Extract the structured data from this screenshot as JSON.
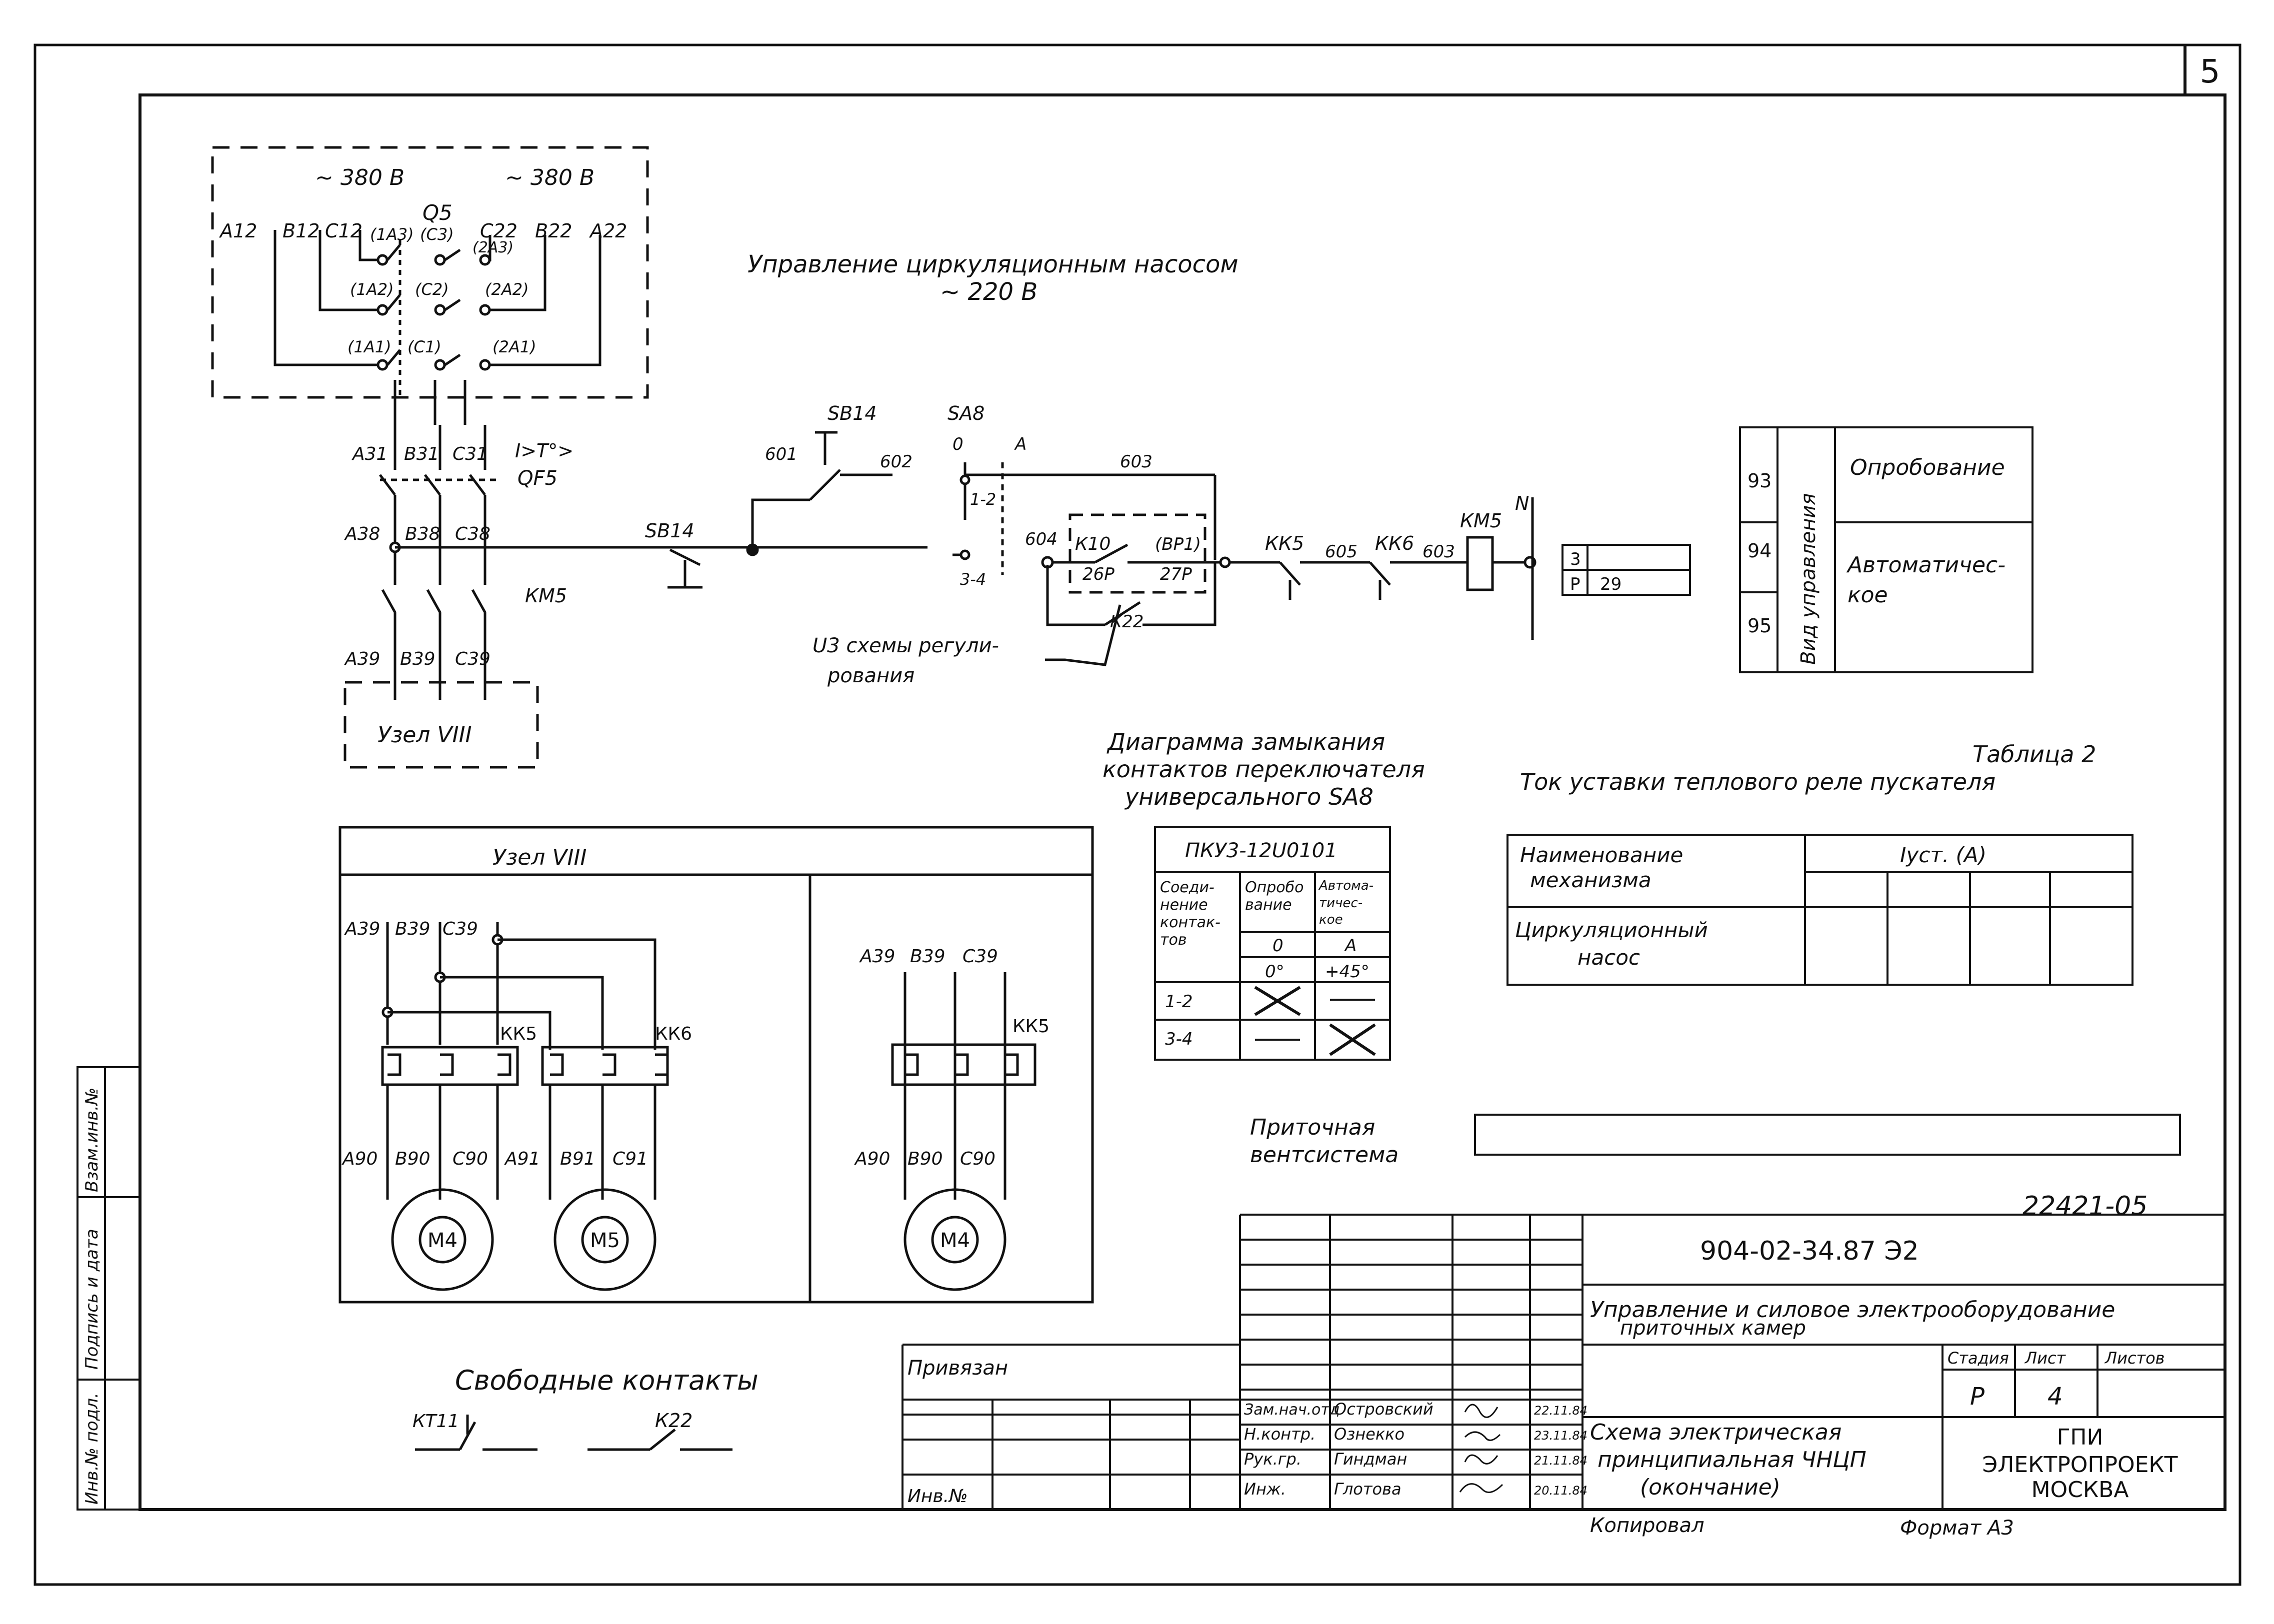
{
  "sheet_number": "5",
  "supply": {
    "left": "~ 380 В",
    "right": "~ 380 В"
  },
  "supply_terminals": [
    "А12",
    "В12",
    "С12",
    "А22",
    "В22",
    "С22"
  ],
  "switch_q5": {
    "name": "Q5",
    "contacts": [
      "(1А3)",
      "(С3)",
      "(2А3)",
      "(1А2)",
      "(С2)",
      "(2А2)",
      "(1А1)",
      "(С1)",
      "(2А1)"
    ]
  },
  "breaker": {
    "name": "QF5",
    "label": "I>T°>"
  },
  "bus_terminals": [
    "А31",
    "В31",
    "С31",
    "А38",
    "В38",
    "С38",
    "А39",
    "В39",
    "С39"
  ],
  "contactor_label": "КМ5",
  "node_box_label": "Узел VIII",
  "control_title": {
    "line1": "Управление циркуляционным насосом",
    "line2": "~ 220 В"
  },
  "control": {
    "sb14_top": "SB14",
    "sb14_left": "SB14",
    "sa8": "SA8",
    "sa8_positions": [
      "0",
      "А"
    ],
    "contacts_12": "1-2",
    "contacts_34": "3-4",
    "wires": [
      "601",
      "602",
      "603",
      "604",
      "605",
      "603"
    ],
    "k10": "К10",
    "bp1": "(BP1)",
    "term26": "26Р",
    "term27": "27Р",
    "k22": "К22",
    "kk5": "КК5",
    "kk6": "КК6",
    "km5": "КМ5",
    "n_label": "N",
    "regul_line1": "U3 схемы регули-",
    "regul_line2": "рования"
  },
  "mode_table": {
    "rows": [
      {
        "num": "93",
        "label": "Опробование"
      },
      {
        "num": "94",
        "label": "Автоматичес-"
      },
      {
        "num": "95",
        "label": "кое"
      }
    ],
    "vertical": "Вид управления"
  },
  "ref_box": {
    "r1c1": "3",
    "r2c1": "Р",
    "r2c2": "29"
  },
  "diagram_title": {
    "line1": "Диаграмма замыкания",
    "line2": "контактов переключателя",
    "line3": "универсального SA8"
  },
  "pku": {
    "title": "ПКУ3-12U0101",
    "col1": "Соеди-нение контак-тов",
    "col1_lines": [
      "Соеди-",
      "нение",
      "контак-",
      "тов"
    ],
    "col2_lines": [
      "Опробо",
      "вание"
    ],
    "col3_lines": [
      "Автома-",
      "тичес-",
      "кое"
    ],
    "pos_a": "0",
    "pos_b": "А",
    "ang_a": "0°",
    "ang_b": "+45°",
    "rows": [
      "1-2",
      "3-4"
    ]
  },
  "table2": {
    "caption": "Таблица 2",
    "title": "Ток уставки теплового реле пускателя",
    "head1_line1": "Наименование",
    "head1_line2": "механизма",
    "head2": "Iуст. (А)",
    "row_line1": "Циркуляционный",
    "row_line2": "насос"
  },
  "node8": {
    "title": "Узел VIII",
    "left_terms": [
      "А39",
      "В39",
      "С39"
    ],
    "out_terms": [
      "А90",
      "В90",
      "С90",
      "А91",
      "В91",
      "С91"
    ],
    "relays": [
      "КК5",
      "КК6"
    ],
    "motors": [
      "М4",
      "М5"
    ],
    "right_terms": [
      "А39",
      "В39",
      "С39"
    ],
    "right_out": [
      "А90",
      "В90",
      "С90"
    ],
    "right_relay": "КК5",
    "right_motor": "М4"
  },
  "ventilation": {
    "line1": "Приточная",
    "line2": "вентсистема"
  },
  "free_contacts": {
    "title": "Свободные контакты",
    "a": "КТ11",
    "b": "К22"
  },
  "stamp_number": "22421-05",
  "title_block": {
    "doc_code": "904-02-34.87 Э2",
    "desc_line1": "Управление и силовое электрооборудование",
    "desc_line2": "приточных камер",
    "privyazan": "Привязан",
    "inv_no": "Инв.№",
    "roles": [
      "Зам.нач.отд",
      "Н.контр.",
      "Рук.гр.",
      "Инж."
    ],
    "names": [
      "Островский",
      "Ознекко",
      "Гиндман",
      "Глотова"
    ],
    "dates": [
      "22.11.84",
      "23.11.84",
      "21.11.84",
      "20.11.84"
    ],
    "stage_h": "Стадия",
    "sheet_h": "Лист",
    "sheets_h": "Листов",
    "stage": "Р",
    "sheet": "4",
    "sheet_title_line1": "Схема электрическая",
    "sheet_title_line2": "принципиальная ЧНЦП",
    "sheet_title_line3": "(окончание)",
    "org_line1": "ГПИ",
    "org_line2": "ЭЛЕКТРОПРОЕКТ",
    "org_line3": "МОСКВА",
    "copied": "Копировал",
    "format": "Формат А3"
  },
  "side_strip": [
    "Инв.№ подл.",
    "Подпись и дата",
    "Взам.инв.№"
  ]
}
